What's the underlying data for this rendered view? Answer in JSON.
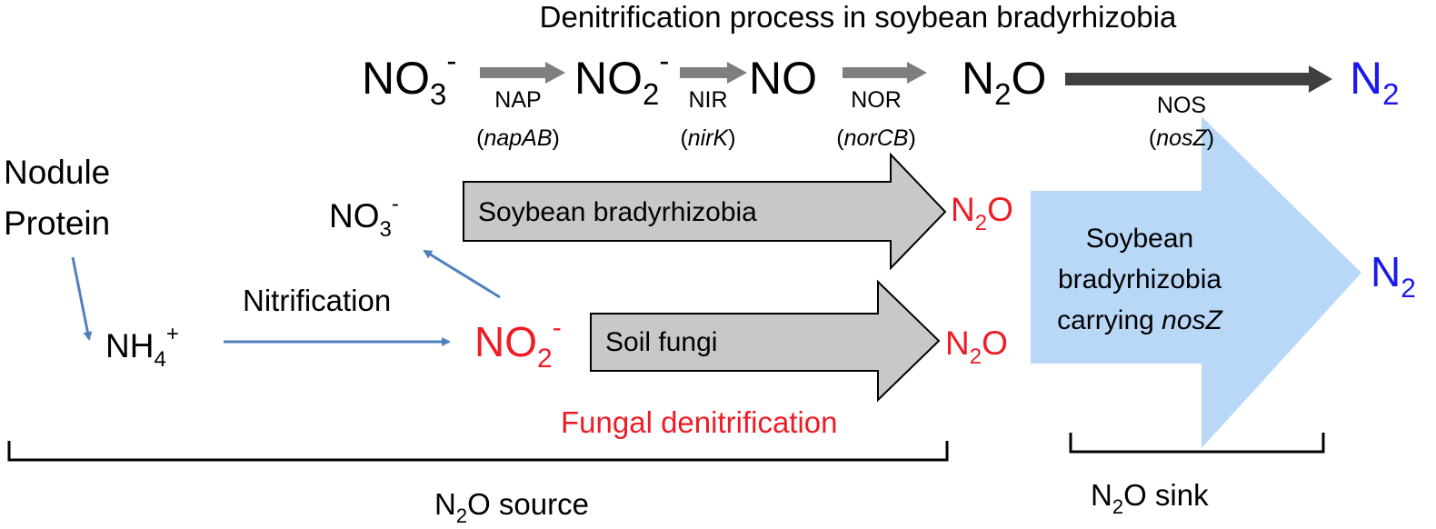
{
  "title": "Denitrification process in soybean bradyrhizobia",
  "pathway": {
    "species": [
      {
        "base": "NO",
        "sub": "3",
        "sup": "-"
      },
      {
        "base": "NO",
        "sub": "2",
        "sup": "-"
      },
      {
        "base": "NO",
        "sub": "",
        "sup": ""
      },
      {
        "base": "N",
        "sub": "2",
        "post": "O"
      },
      {
        "base": "N",
        "sub": "2"
      }
    ],
    "enzymes": [
      {
        "name": "NAP",
        "gene": "napAB"
      },
      {
        "name": "NIR",
        "gene": "nirK"
      },
      {
        "name": "NOR",
        "gene": "norCB"
      },
      {
        "name": "NOS",
        "gene": "nosZ"
      }
    ]
  },
  "nodule_protein": {
    "line1": "Nodule",
    "line2": "Protein"
  },
  "nh4": {
    "base": "NH",
    "sub": "4",
    "sup": "+"
  },
  "nitrification_label": "Nitrification",
  "no2_red": {
    "base": "NO",
    "sub": "2",
    "sup": "-"
  },
  "no3_mid": {
    "base": "NO",
    "sub": "3",
    "sup": "-"
  },
  "bradyrhizobia_arrow_label": "Soybean bradyrhizobia",
  "fungi_arrow_label": "Soil fungi",
  "n2o_red": {
    "base": "N",
    "sub": "2",
    "post": "O"
  },
  "fungal_denitrification": "Fungal denitrification",
  "sink_arrow": {
    "line1": "Soybean",
    "line2": "bradyrhizobia",
    "line3_plain": "carrying ",
    "line3_italic": "nosZ"
  },
  "n2_product": {
    "base": "N",
    "sub": "2"
  },
  "source_label": {
    "base": "N",
    "sub": "2",
    "post": "O source"
  },
  "sink_label": {
    "base": "N",
    "sub": "2",
    "post": "O sink"
  },
  "colors": {
    "red": "#ee1c25",
    "blue": "#1a1aee",
    "gray_arrow": "#c8c8c8",
    "light_blue": "#b9d8f8",
    "dark_arrow": "#404040",
    "small_arrow": "#7f7f7f",
    "flow_arrow": "#4f81bd"
  }
}
